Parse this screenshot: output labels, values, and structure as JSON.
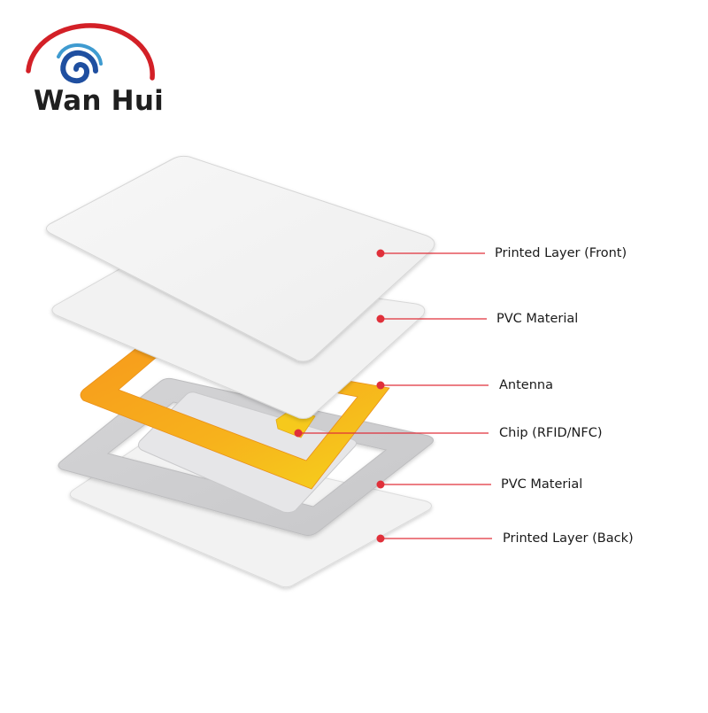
{
  "brand": {
    "name": "Wan Hui",
    "logo_icon": "swirl-arc-logo-icon",
    "logo_colors": {
      "arc": "#d32027",
      "swirl_outer": "#1f4fa0",
      "swirl_inner": "#3f9bd0"
    }
  },
  "colors": {
    "leader_line": "#e0303a",
    "leader_dot": "#e0303a",
    "antenna": "#f7a21c",
    "chip": "#f5d21c",
    "card_surface": "#f3f3f3",
    "inlay_gray": "#cfcfd1"
  },
  "layers": [
    {
      "label": "Printed Layer (Front)"
    },
    {
      "label": "PVC Material"
    },
    {
      "label": "Antenna"
    },
    {
      "label": "Chip (RFID/NFC)"
    },
    {
      "label": "PVC Material"
    },
    {
      "label": "Printed Layer (Back)"
    }
  ]
}
